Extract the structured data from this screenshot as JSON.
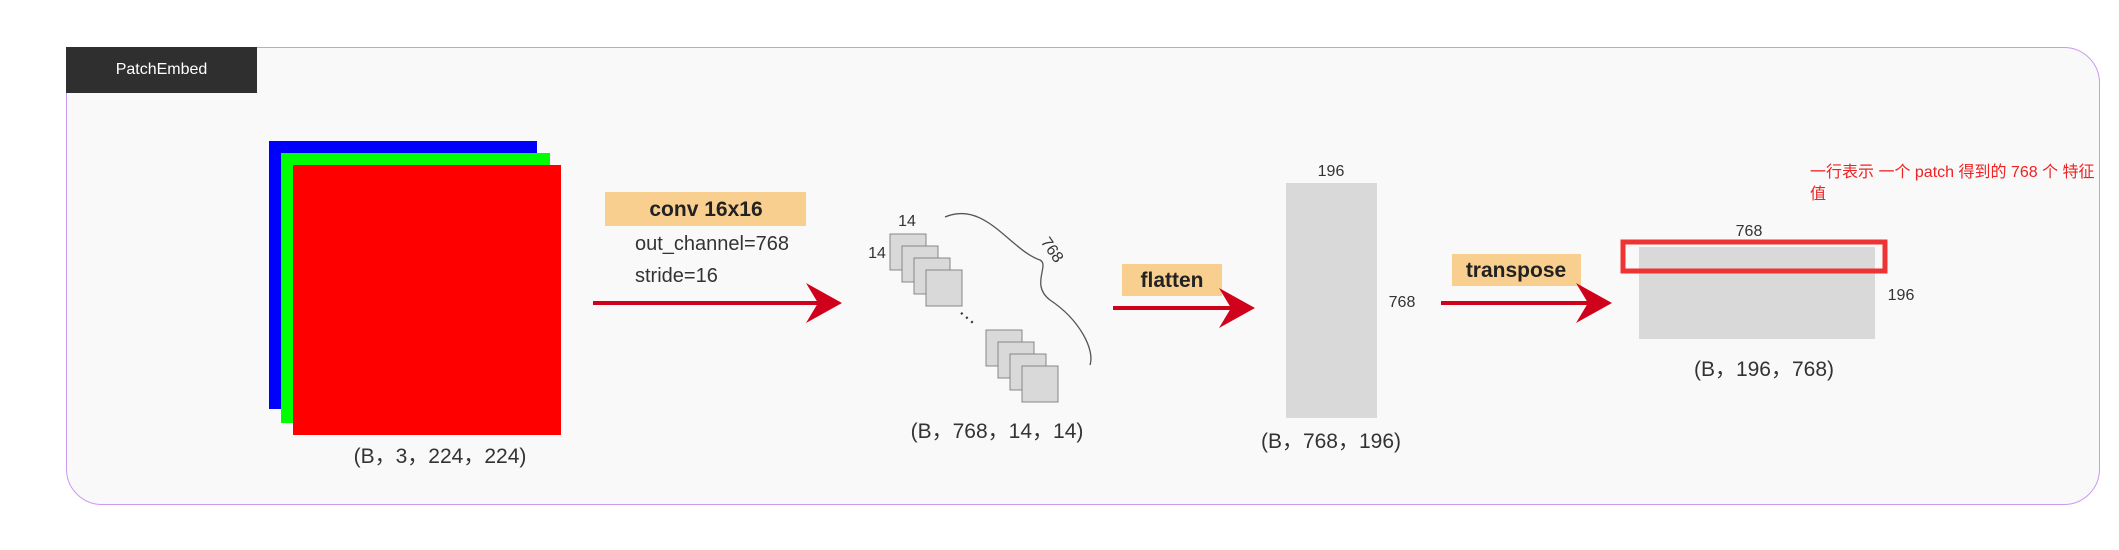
{
  "tab": {
    "label": "PatchEmbed"
  },
  "colors": {
    "blue": "#0000ff",
    "green": "#00ff00",
    "red": "#ff0000",
    "arrow": "#d0021b",
    "op_label_bg": "#f9cf8f",
    "tensor_gray": "#d9d9d9",
    "highlight": "#ee3333",
    "note": "#ee2222"
  },
  "input": {
    "shape": "(B，3，224，224)"
  },
  "conv": {
    "title": "conv 16x16",
    "param1": "out_channel=768",
    "param2": "stride=16"
  },
  "patches": {
    "label_h": "14",
    "label_w": "14",
    "label_c": "768",
    "ellipsis": "…",
    "shape": "(B，768，14，14)"
  },
  "flatten": {
    "title": "flatten",
    "top_label": "196",
    "side_label": "768",
    "shape": "(B，768，196)"
  },
  "transpose": {
    "title": "transpose",
    "top_label": "768",
    "side_label": "196",
    "shape": "(B，196，768)"
  },
  "note": {
    "line1": "一行表示 一个 patch 得到的 768 个 特征",
    "line2": "值"
  }
}
